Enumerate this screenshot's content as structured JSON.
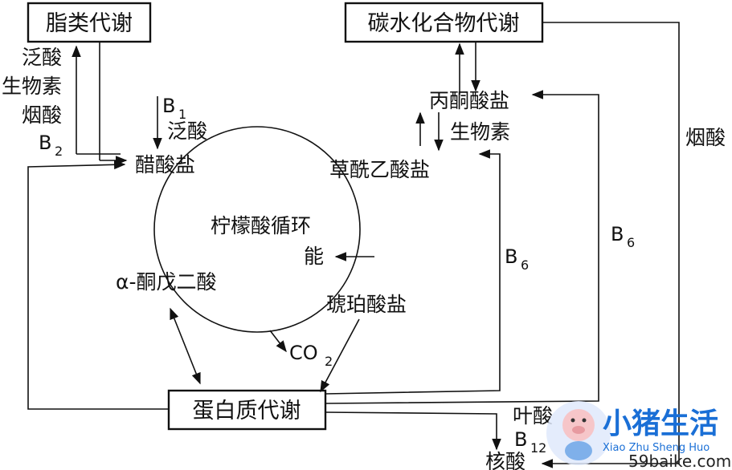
{
  "boxes": {
    "lipid": "脂类代谢",
    "carb": "碳水化合物代谢",
    "protein": "蛋白质代谢"
  },
  "cycle": {
    "title_line1": "柠檬酸循环",
    "title_line2": "能",
    "acetate": "醋酸盐",
    "oxaloacetate": "草酰乙酸盐",
    "succinate": "琥珀酸盐",
    "ketoglutarate": "α-酮戊二酸",
    "co2": "CO",
    "co2_sub": "2"
  },
  "pyruvate": {
    "label": "丙酮酸盐",
    "biotin": "生物素"
  },
  "cofactors": {
    "pantothenic": "泛酸",
    "biotin": "生物素",
    "niacin": "烟酸",
    "b2": "B",
    "b2_sub": "2",
    "b1": "B",
    "b1_sub": "1",
    "pantothenic2": "泛酸",
    "b6_right": "B",
    "b6_right_sub": "6",
    "b6_far": "B",
    "b6_far_sub": "6",
    "niacin_far": "烟酸",
    "folic": "叶酸",
    "b12": "B",
    "b12_sub": "12",
    "nucleic": "核酸"
  },
  "watermark": {
    "brand": "小猪生活",
    "pinyin": "Xiao Zhu Sheng Huo",
    "url": "59baike.com"
  },
  "colors": {
    "ink": "#111111",
    "watermark_blue": "#1a6fd6"
  }
}
